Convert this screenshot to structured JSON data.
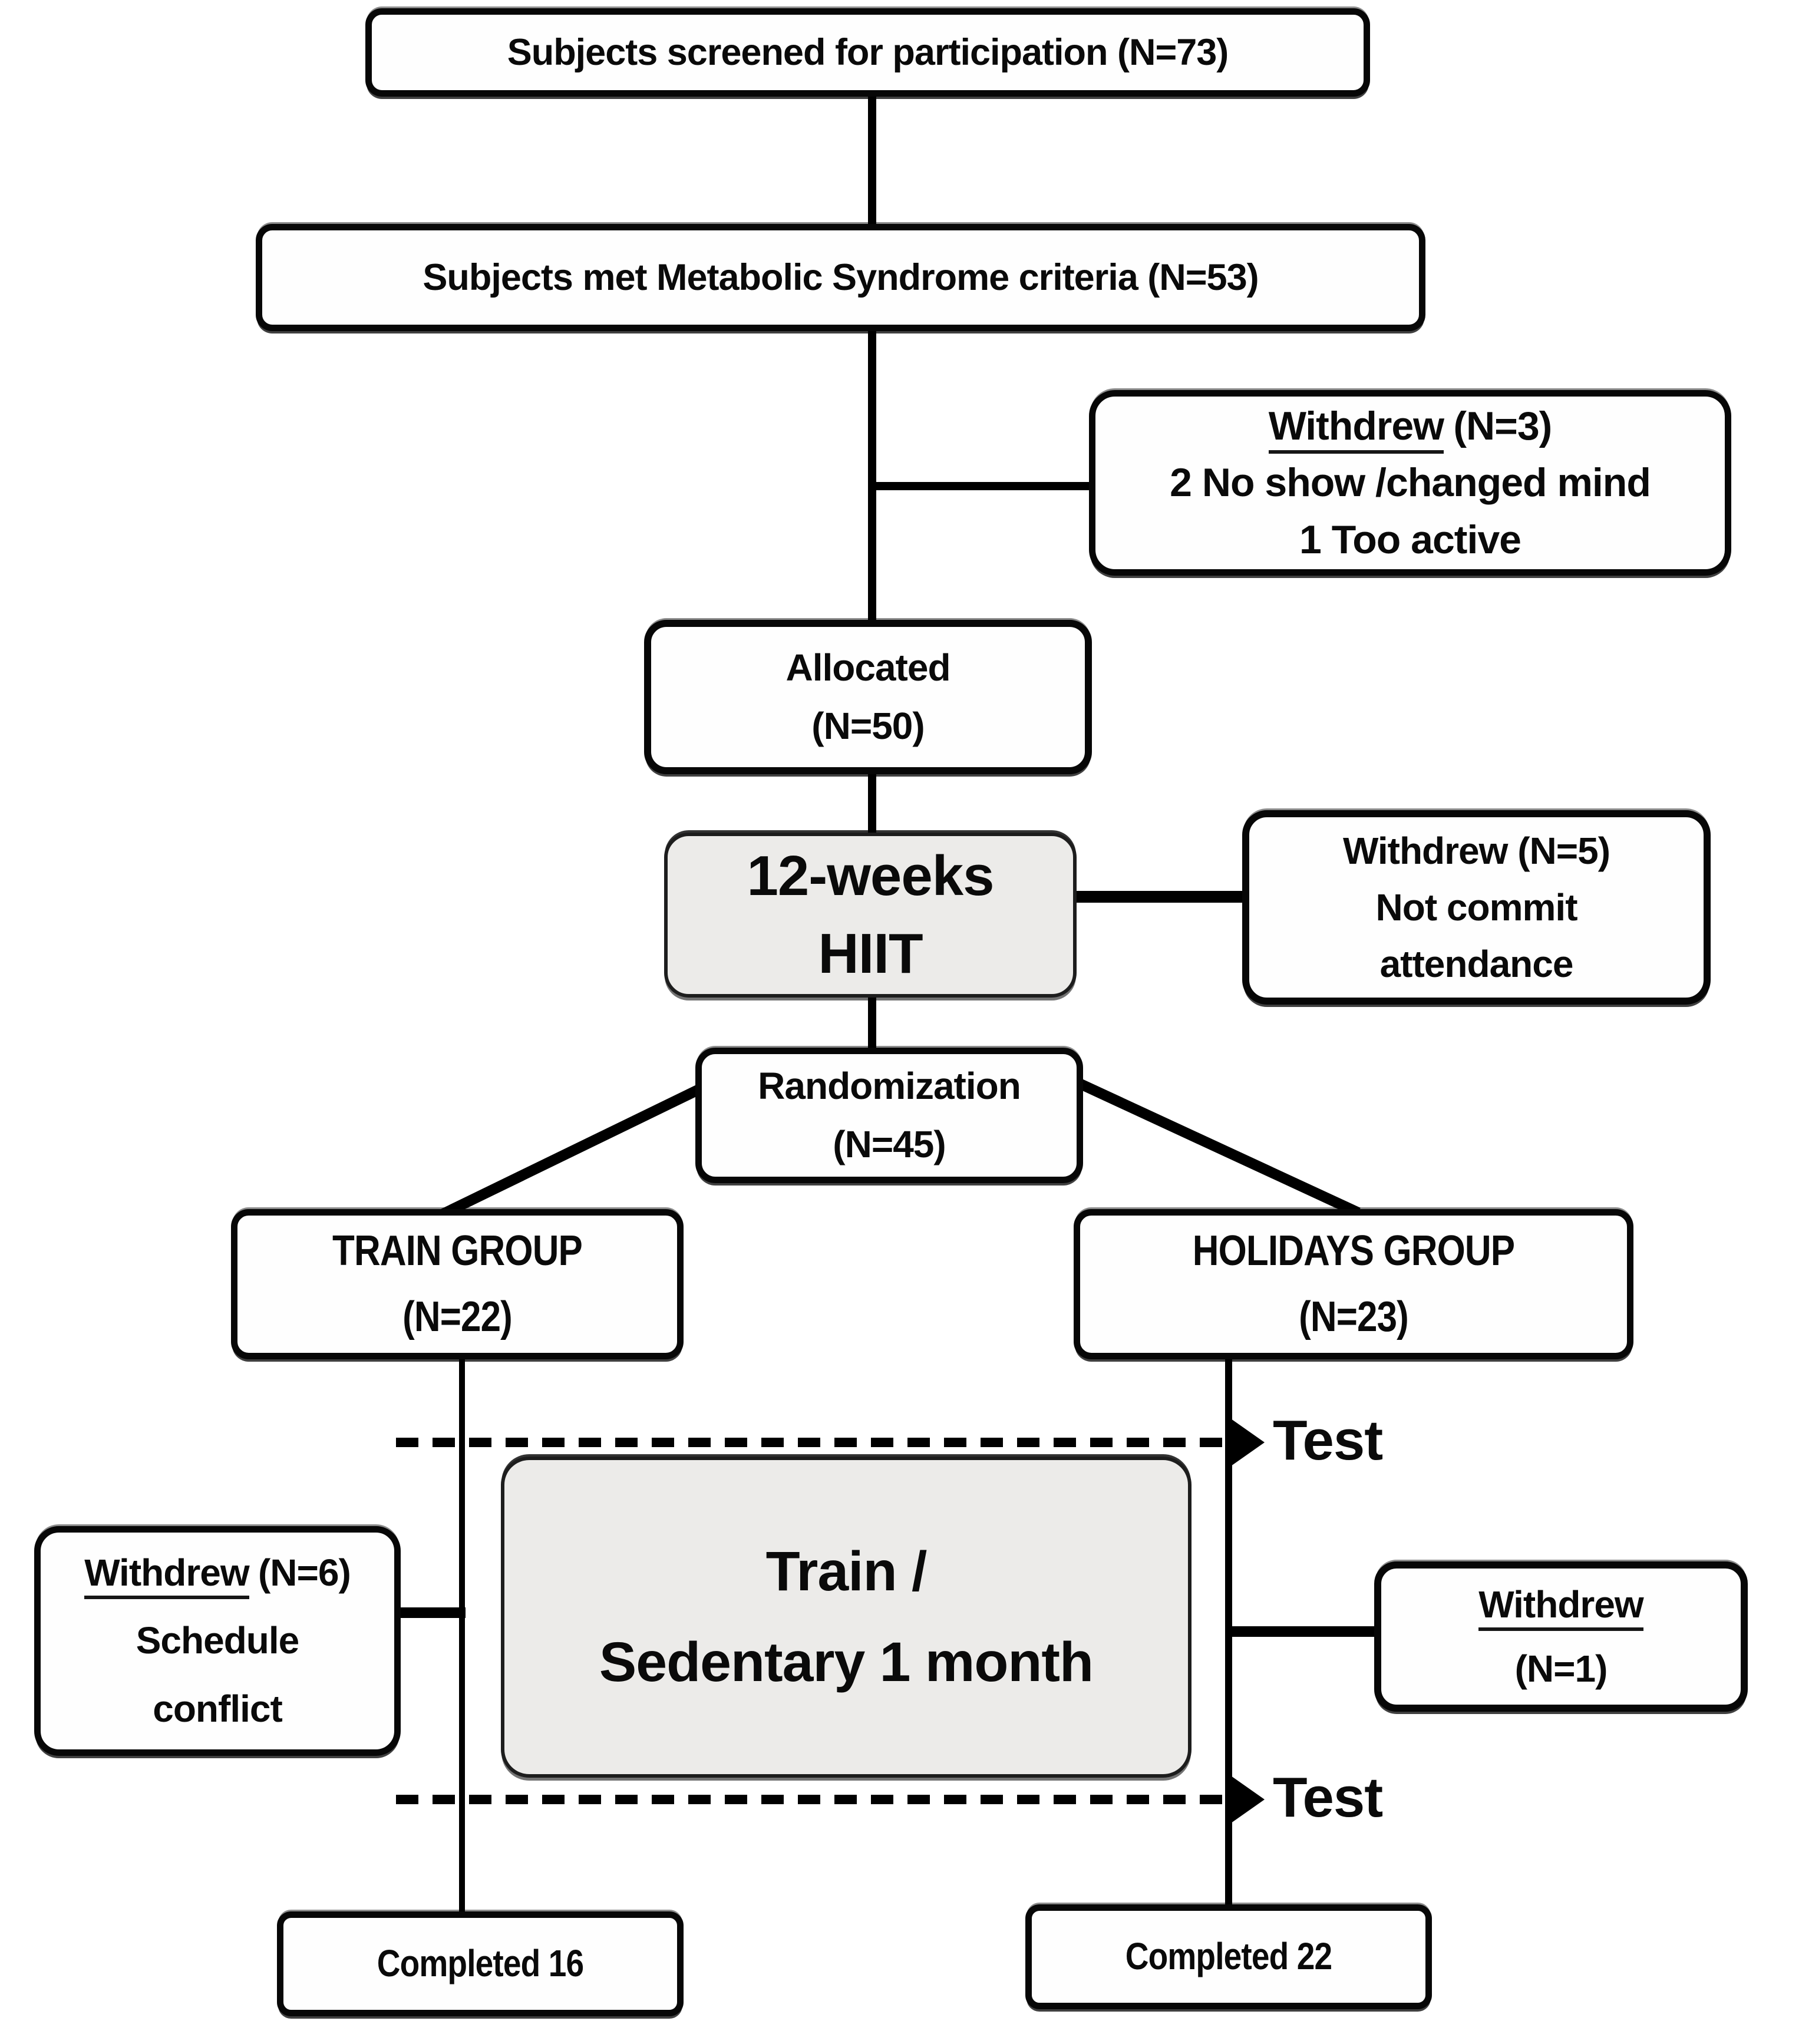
{
  "boxes": {
    "screened": {
      "line1": "Subjects screened for participation (N=73)"
    },
    "met": {
      "line1": "Subjects met Metabolic Syndrome criteria (N=53)"
    },
    "withdrew3": {
      "word": "Withdrew",
      "count": "(N=3)",
      "line2": "2 No show /changed mind",
      "line3": "1 Too active"
    },
    "allocated": {
      "line1": "Allocated",
      "line2": "(N=50)"
    },
    "hiit": {
      "line1": "12-weeks",
      "line2": "HIIT"
    },
    "withdrew5": {
      "line1": "Withdrew (N=5)",
      "line2": "Not commit",
      "line3": "attendance"
    },
    "randomization": {
      "line1": "Randomization",
      "line2": "(N=45)"
    },
    "train": {
      "line1": "TRAIN GROUP",
      "line2": "(N=22)"
    },
    "holidays": {
      "line1": "HOLIDAYS GROUP",
      "line2": "(N=23)"
    },
    "intervention": {
      "line1": "Train /",
      "line2": "Sedentary 1 month"
    },
    "withdrew6": {
      "word": "Withdrew",
      "count": "(N=6)",
      "line2": "Schedule",
      "line3": "conflict"
    },
    "withdrew1": {
      "word": "Withdrew",
      "line2": "(N=1)"
    },
    "completed16": {
      "line1": "Completed 16"
    },
    "completed22": {
      "line1": "Completed 22"
    }
  },
  "labels": {
    "test_upper": "Test",
    "test_lower": "Test"
  },
  "colors": {
    "line": "#000000",
    "box_border": "#070707",
    "gray_fill": "#ecebe9",
    "white_fill": "#fefefe",
    "background": "#ffffff",
    "text": "#0a0a0a"
  }
}
